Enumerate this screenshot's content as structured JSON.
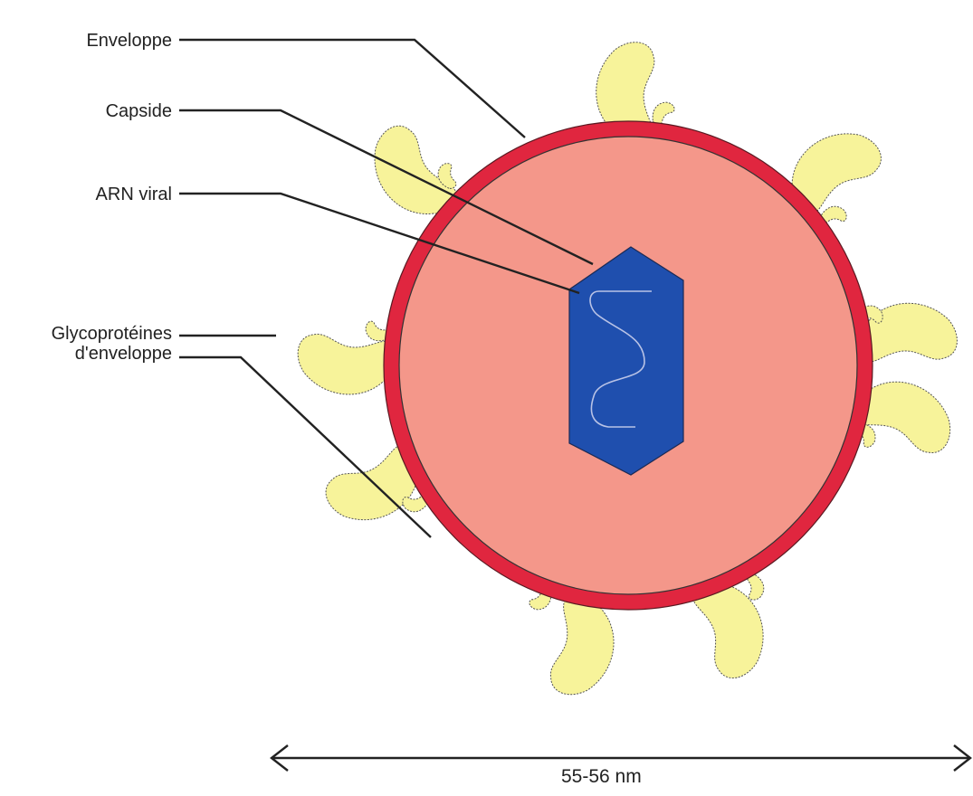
{
  "labels": {
    "envelope": "Enveloppe",
    "capsid": "Capside",
    "rna": "ARN viral",
    "glycoproteins_line1": "Glycoprotéines",
    "glycoproteins_line2": "d'enveloppe"
  },
  "scale": {
    "text": "55-56 nm"
  },
  "colors": {
    "envelope": "#e0263f",
    "interior": "#f4978a",
    "capsid": "#1f4fae",
    "glycoprotein": "#f7f39a",
    "outline": "#333333",
    "rna": "#b9c3e6"
  }
}
